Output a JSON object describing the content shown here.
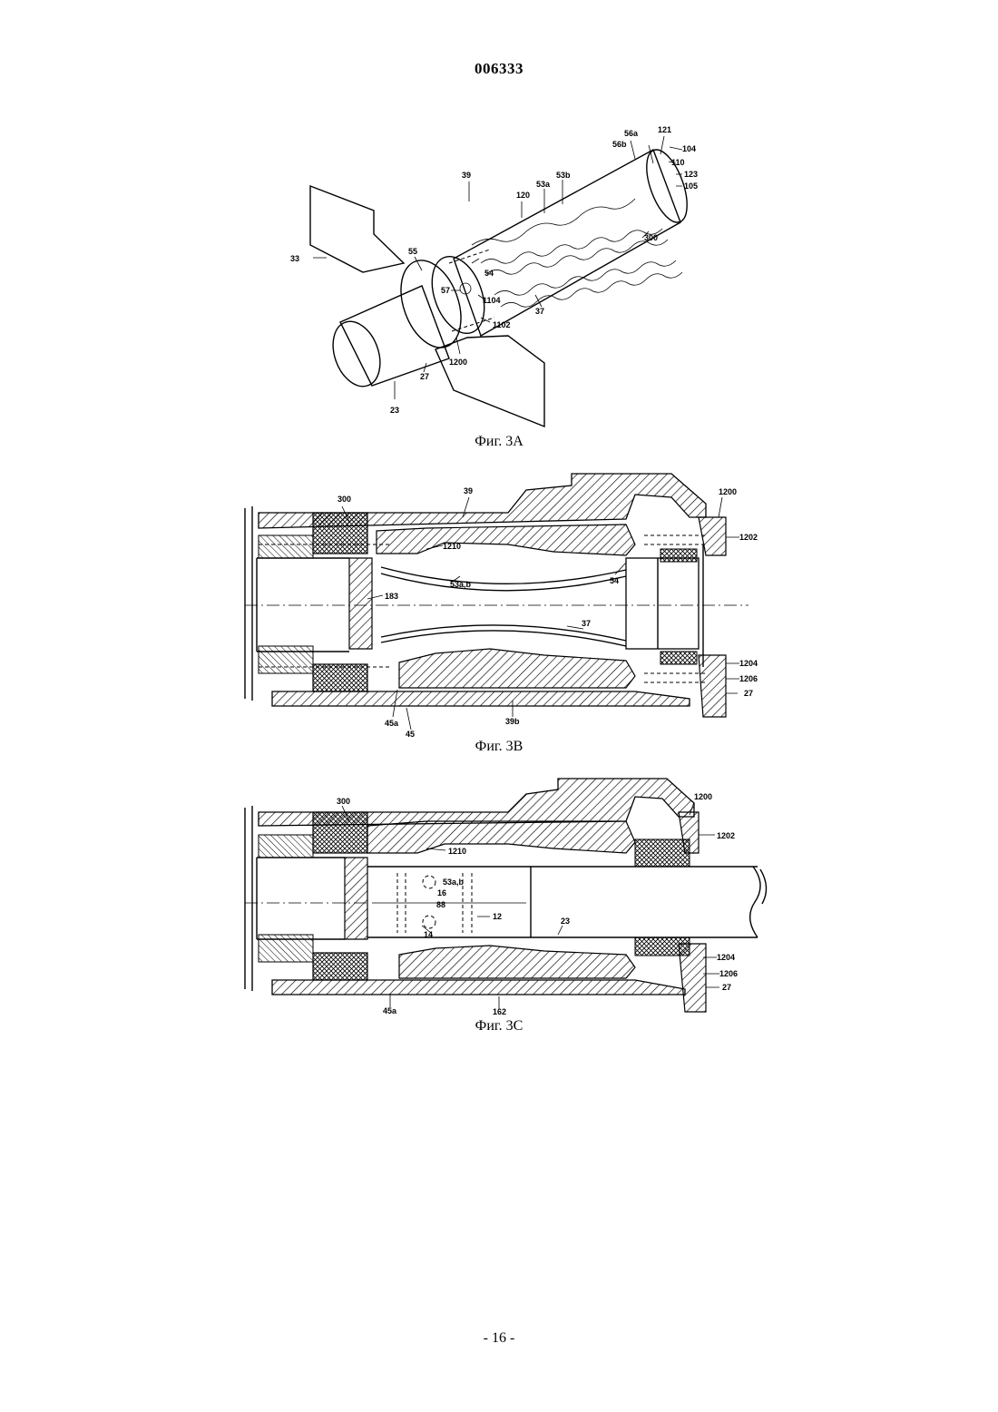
{
  "document_number": "006333",
  "page_number": "- 16 -",
  "figures": [
    {
      "caption": "Фиг. 3А",
      "labels": [
        "39",
        "121",
        "56a",
        "56b",
        "104",
        "110",
        "123",
        "105",
        "120",
        "53a",
        "53b",
        "33",
        "55",
        "54",
        "57",
        "1104",
        "300",
        "37",
        "1102",
        "1200",
        "27",
        "23"
      ]
    },
    {
      "caption": "Фиг. 3В",
      "labels": [
        "300",
        "39",
        "1200",
        "1202",
        "1210",
        "53a,b",
        "54",
        "183",
        "37",
        "1204",
        "1206",
        "27",
        "45a",
        "45",
        "39b"
      ]
    },
    {
      "caption": "Фиг. 3С",
      "labels": [
        "300",
        "1200",
        "1202",
        "1210",
        "53a,b",
        "16",
        "88",
        "12",
        "14",
        "23",
        "1204",
        "1206",
        "27",
        "45a",
        "162"
      ]
    }
  ]
}
